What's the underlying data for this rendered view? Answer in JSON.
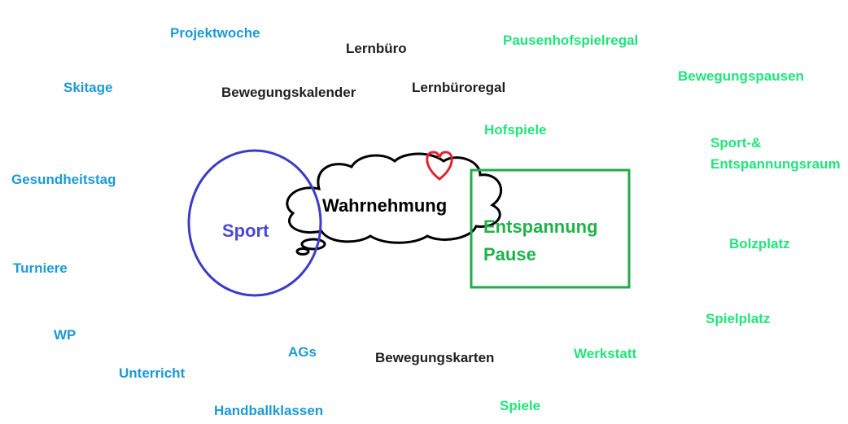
{
  "center": {
    "sport": "Sport",
    "wahrnehmung": "Wahrnehmung",
    "entspannung_line1": "Entspannung",
    "entspannung_line2": "Pause"
  },
  "colors": {
    "sport_circle": "#3c3cc8",
    "cloud_outline": "#000000",
    "heart": "#e0242c",
    "entspannung_box": "#22aa4c",
    "sport_terms": "#1b9ad6",
    "wahrnehmung_terms": "#1f1f1f",
    "entspannung_terms": "#1fe57a"
  },
  "sport_terms": [
    "Projektwoche",
    "Skitage",
    "Gesundheitstag",
    "Turniere",
    "WP",
    "Unterricht",
    "AGs",
    "Handballklassen"
  ],
  "wahrnehmung_terms": [
    "Lernbüro",
    "Bewegungskalender",
    "Lernbüroregal",
    "Bewegungskarten"
  ],
  "entspannung_terms": [
    "Pausenhofspielregal",
    "Bewegungspausen",
    "Hofspiele",
    "Sport-&",
    "Entspannungsraum",
    "Bolzplatz",
    "Spielplatz",
    "Werkstatt",
    "Spiele"
  ]
}
